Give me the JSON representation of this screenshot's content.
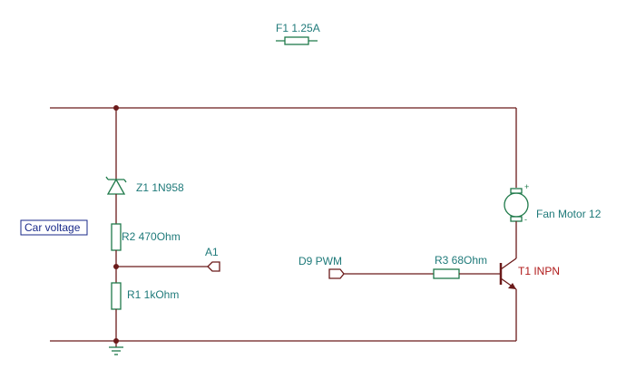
{
  "components": {
    "fuse": {
      "label": "F1 1.25A"
    },
    "zener": {
      "label": "Z1 1N958"
    },
    "r2": {
      "label": "R2 470Ohm"
    },
    "r1": {
      "label": "R1 1kOhm"
    },
    "r3": {
      "label": "R3 68Ohm"
    },
    "motor": {
      "label": "Fan Motor 12",
      "plus": "+",
      "minus": "-"
    },
    "transistor": {
      "label": "T1 INPN"
    }
  },
  "nets": {
    "car_voltage": "Car voltage",
    "a1": "A1",
    "d9": "D9 PWM"
  },
  "colors": {
    "wire": "#6b1a1a",
    "label": "#1f7a7a",
    "net_label": "#1a2a8a",
    "transistor_label": "#b01a1a"
  }
}
